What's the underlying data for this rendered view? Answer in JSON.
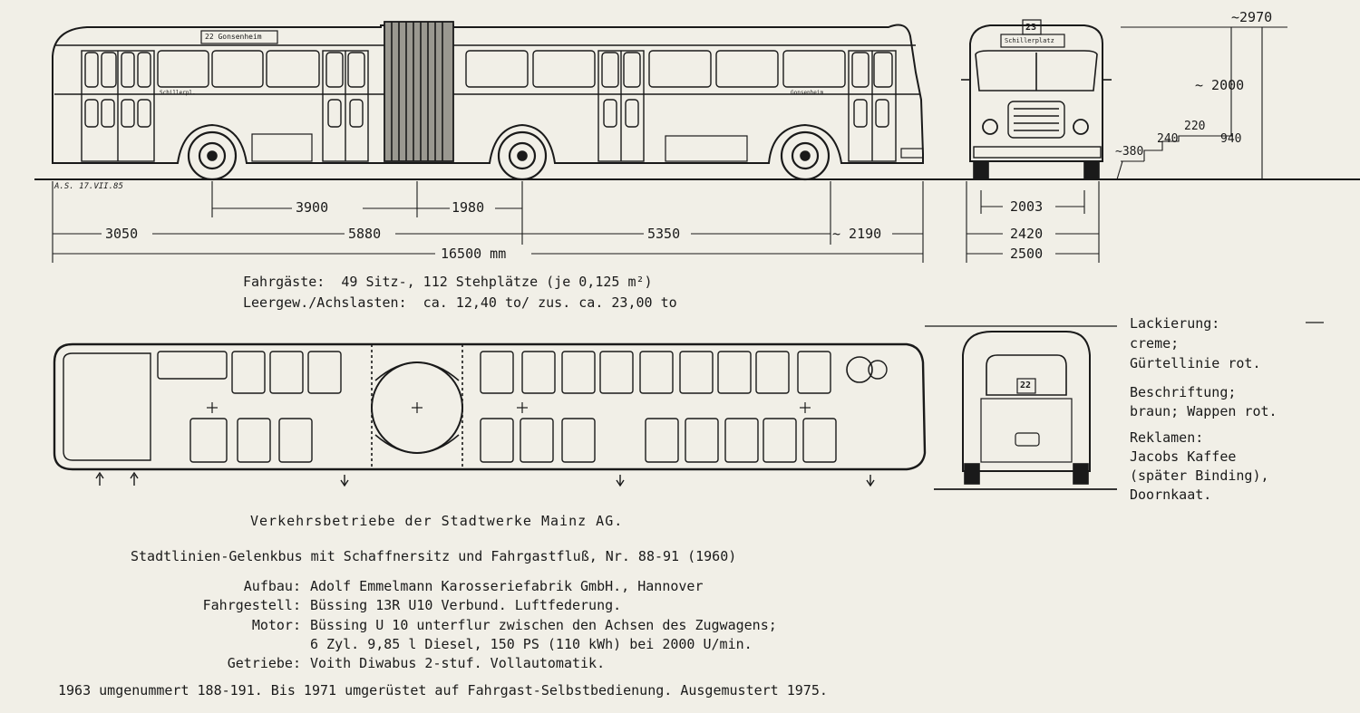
{
  "drawing": {
    "signature": "A.S. 17.VII.85",
    "side_dest_sign": "22 Gonsenheim",
    "front_route_no": "23",
    "front_dest_sign": "Schillerplatz",
    "rear_route_no": "22",
    "side_label_a": "Schillerpl.",
    "side_label_b": "Gonsenheim"
  },
  "dimensions": {
    "side_row1": [
      "3900",
      "1980"
    ],
    "side_row2": [
      "3050",
      "5880",
      "5350",
      "~ 2190"
    ],
    "overall": "16500 mm",
    "front_row1": "2003",
    "front_row2": "2420",
    "front_row3": "2500",
    "height_total": "~2970",
    "height_mid": "~ 2000",
    "step_1": "~380",
    "step_2": "240",
    "step_3": "220",
    "step_4": "940"
  },
  "capacity": {
    "line1": "Fahrgäste:  49 Sitz-, 112 Stehplätze (je 0,125 m²)",
    "line2": "Leergew./Achslasten:  ca. 12,40 to/ zus. ca. 23,00 to"
  },
  "livery": {
    "lines": [
      "Lackierung:",
      "creme;",
      "Gürtellinie rot.",
      "Beschriftung;",
      "braun; Wappen rot.",
      "Reklamen:",
      "Jacobs Kaffee",
      "(später Binding),",
      "Doornkaat."
    ]
  },
  "specs": {
    "operator": "Verkehrsbetriebe der Stadtwerke Mainz AG.",
    "title": "Stadtlinien-Gelenkbus mit Schaffnersitz und Fahrgastfluß, Nr. 88-91 (1960)",
    "rows": [
      {
        "label": "Aufbau:",
        "value": "Adolf Emmelmann Karosseriefabrik GmbH., Hannover"
      },
      {
        "label": "Fahrgestell:",
        "value": "Büssing 13R U10 Verbund. Luftfederung."
      },
      {
        "label": "Motor:",
        "value": "Büssing U 10 unterflur zwischen den Achsen des Zugwagens;"
      },
      {
        "label": "",
        "value": "6 Zyl. 9,85 l Diesel, 150 PS (110 kWh) bei 2000 U/min."
      },
      {
        "label": "Getriebe:",
        "value": "Voith Diwabus 2-stuf. Vollautomatik."
      }
    ],
    "history": "1963 umgenummert 188-191. Bis 1971 umgerüstet auf Fahrgast-Selbstbedienung. Ausgemustert 1975."
  }
}
